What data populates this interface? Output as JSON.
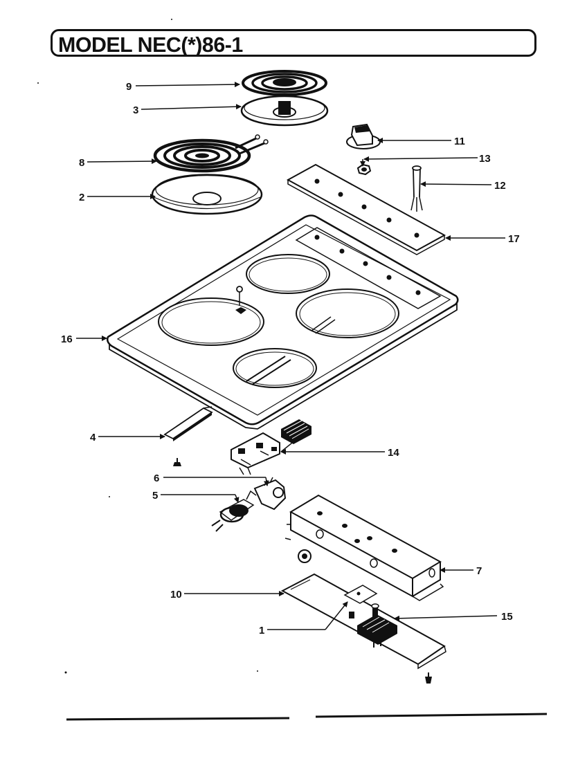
{
  "title": "MODEL NEC(*)86-1",
  "callouts": [
    {
      "id": "c9",
      "label": "9"
    },
    {
      "id": "c3",
      "label": "3"
    },
    {
      "id": "c8",
      "label": "8"
    },
    {
      "id": "c2",
      "label": "2"
    },
    {
      "id": "c11",
      "label": "11"
    },
    {
      "id": "c13",
      "label": "13"
    },
    {
      "id": "c12",
      "label": "12"
    },
    {
      "id": "c17",
      "label": "17"
    },
    {
      "id": "c16",
      "label": "16"
    },
    {
      "id": "c4",
      "label": "4"
    },
    {
      "id": "c14",
      "label": "14"
    },
    {
      "id": "c6",
      "label": "6"
    },
    {
      "id": "c5",
      "label": "5"
    },
    {
      "id": "c7",
      "label": "7"
    },
    {
      "id": "c10",
      "label": "10"
    },
    {
      "id": "c15",
      "label": "15"
    },
    {
      "id": "c1",
      "label": "1"
    }
  ],
  "colors": {
    "ink": "#111111",
    "paper": "#ffffff"
  }
}
